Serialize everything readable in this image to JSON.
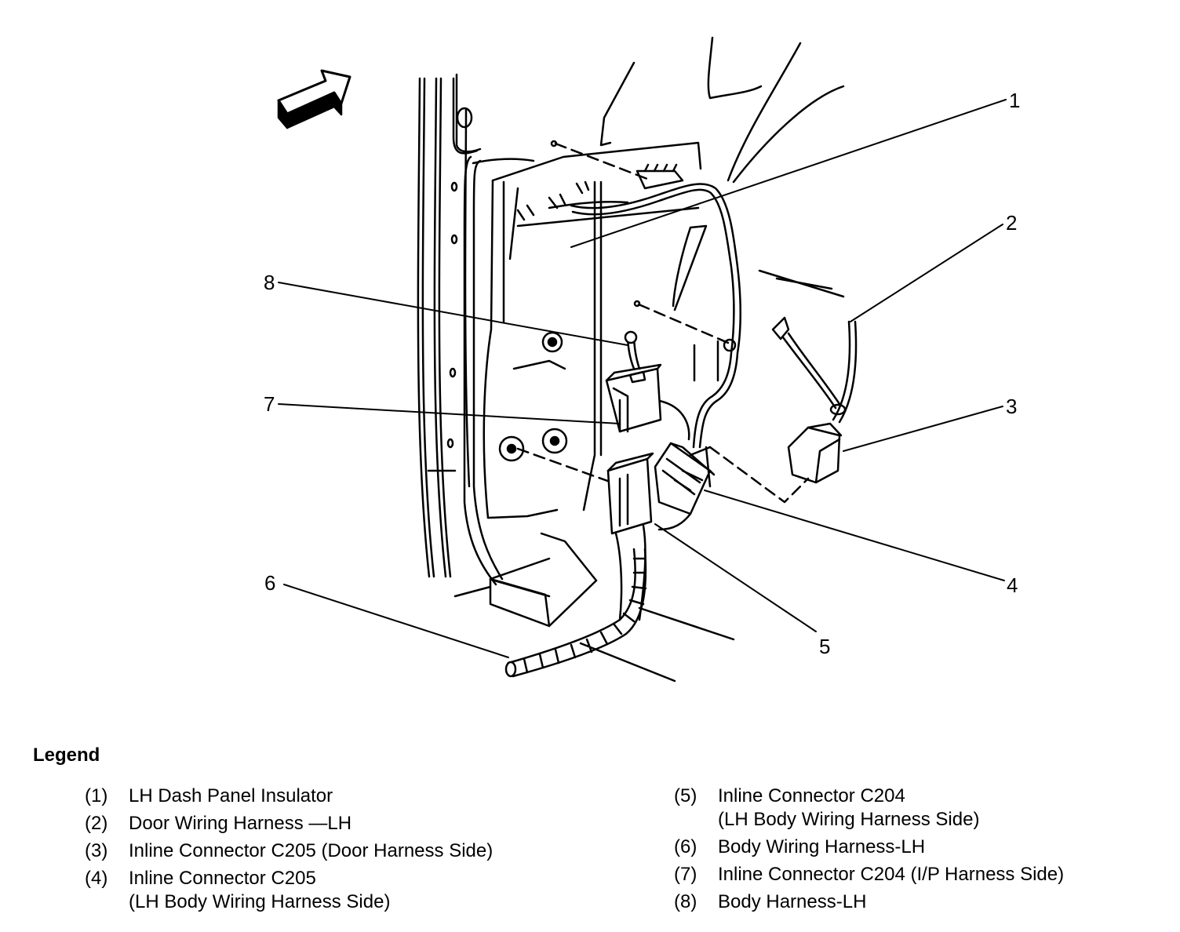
{
  "callouts": [
    "1",
    "2",
    "3",
    "4",
    "5",
    "6",
    "7",
    "8"
  ],
  "legend": {
    "title": "Legend",
    "left": [
      {
        "num": "(1)",
        "text": "LH Dash Panel Insulator"
      },
      {
        "num": "(2)",
        "text": "Door Wiring Harness —LH"
      },
      {
        "num": "(3)",
        "text": "Inline Connector C205 (Door Harness Side)"
      },
      {
        "num": "(4)",
        "text": "Inline Connector C205\n(LH Body Wiring Harness Side)"
      }
    ],
    "right": [
      {
        "num": "(5)",
        "text": "Inline Connector C204\n(LH Body Wiring Harness Side)"
      },
      {
        "num": "(6)",
        "text": "Body Wiring Harness-LH"
      },
      {
        "num": "(7)",
        "text": "Inline Connector C204 (I/P Harness Side)"
      },
      {
        "num": "(8)",
        "text": "Body Harness-LH"
      }
    ]
  }
}
